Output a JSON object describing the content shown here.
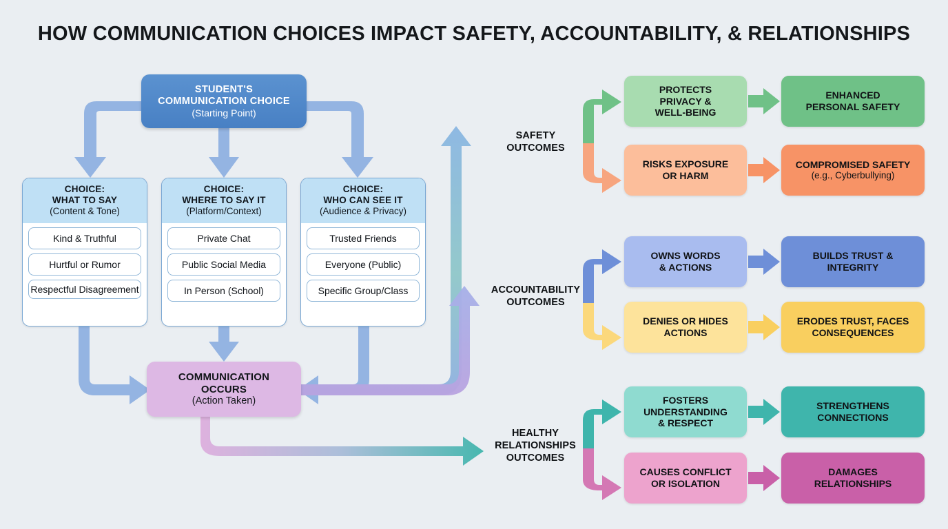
{
  "title": "HOW COMMUNICATION CHOICES IMPACT SAFETY, ACCOUNTABILITY, & RELATIONSHIPS",
  "colors": {
    "background": "#eaeef2",
    "start_box": "#4880c4",
    "choice_header": "#bfe0f5",
    "communication_box": "#ddb8e4",
    "safety_positive_light": "#a8dcb0",
    "safety_positive_dark": "#6fc187",
    "safety_negative_light": "#fcbe9b",
    "safety_negative_dark": "#f79366",
    "accountability_positive_light": "#a9bcef",
    "accountability_positive_dark": "#6e8fd8",
    "accountability_negative_light": "#fde39b",
    "accountability_negative_dark": "#f9cf5f",
    "relationships_positive_light": "#8fdbd0",
    "relationships_positive_dark": "#3fb5ac",
    "relationships_negative_light": "#eda3cd",
    "relationships_negative_dark": "#c960a8"
  },
  "start": {
    "line1": "STUDENT'S",
    "line2": "COMMUNICATION CHOICE",
    "subtitle": "(Starting Point)"
  },
  "choices": [
    {
      "head_line1": "CHOICE:",
      "head_line2": "WHAT TO SAY",
      "head_sub": "(Content & Tone)",
      "items": [
        "Kind & Truthful",
        "Hurtful or Rumor",
        "Respectful Disagreement"
      ]
    },
    {
      "head_line1": "CHOICE:",
      "head_line2": "WHERE TO SAY IT",
      "head_sub": "(Platform/Context)",
      "items": [
        "Private Chat",
        "Public Social Media",
        "In Person (School)"
      ]
    },
    {
      "head_line1": "CHOICE:",
      "head_line2": "WHO CAN SEE IT",
      "head_sub": "(Audience & Privacy)",
      "items": [
        "Trusted Friends",
        "Everyone (Public)",
        "Specific Group/Class"
      ]
    }
  ],
  "communication": {
    "line1": "COMMUNICATION",
    "line2": "OCCURS",
    "subtitle": "(Action Taken)"
  },
  "outcome_groups": [
    {
      "label_line1": "SAFETY",
      "label_line2": "OUTCOMES",
      "label_line3": "",
      "positive": {
        "middle": "PROTECTS PRIVACY & WELL-BEING",
        "middle_l1": "PROTECTS",
        "middle_l2": "PRIVACY &",
        "middle_l3": "WELL-BEING",
        "end_l1": "ENHANCED",
        "end_l2": "PERSONAL SAFETY",
        "end_sub": ""
      },
      "negative": {
        "middle_l1": "RISKS EXPOSURE",
        "middle_l2": "OR HARM",
        "middle_l3": "",
        "end_l1": "COMPROMISED SAFETY",
        "end_l2": "",
        "end_sub": "(e.g., Cyberbullying)"
      }
    },
    {
      "label_line1": "ACCOUNTABILITY",
      "label_line2": "OUTCOMES",
      "label_line3": "",
      "positive": {
        "middle_l1": "OWNS WORDS",
        "middle_l2": "& ACTIONS",
        "middle_l3": "",
        "end_l1": "BUILDS TRUST &",
        "end_l2": "INTEGRITY",
        "end_sub": ""
      },
      "negative": {
        "middle_l1": "DENIES OR HIDES",
        "middle_l2": "ACTIONS",
        "middle_l3": "",
        "end_l1": "ERODES TRUST, FACES",
        "end_l2": "CONSEQUENCES",
        "end_sub": ""
      }
    },
    {
      "label_line1": "HEALTHY",
      "label_line2": "RELATIONSHIPS",
      "label_line3": "OUTCOMES",
      "positive": {
        "middle_l1": "FOSTERS",
        "middle_l2": "UNDERSTANDING",
        "middle_l3": "& RESPECT",
        "end_l1": "STRENGTHENS",
        "end_l2": "CONNECTIONS",
        "end_sub": ""
      },
      "negative": {
        "middle_l1": "CAUSES CONFLICT",
        "middle_l2": "OR ISOLATION",
        "middle_l3": "",
        "end_l1": "DAMAGES",
        "end_l2": "RELATIONSHIPS",
        "end_sub": ""
      }
    }
  ]
}
